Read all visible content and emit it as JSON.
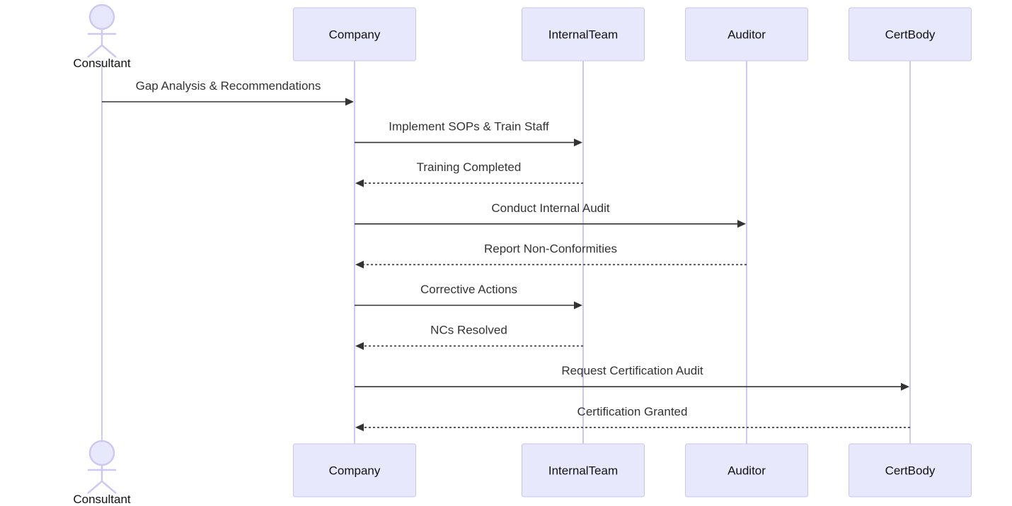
{
  "participants": [
    {
      "id": "consultant",
      "label": "Consultant",
      "kind": "actor"
    },
    {
      "id": "company",
      "label": "Company",
      "kind": "box"
    },
    {
      "id": "internalteam",
      "label": "InternalTeam",
      "kind": "box"
    },
    {
      "id": "auditor",
      "label": "Auditor",
      "kind": "box"
    },
    {
      "id": "certbody",
      "label": "CertBody",
      "kind": "box"
    }
  ],
  "messages": [
    {
      "from": "consultant",
      "to": "company",
      "label": "Gap Analysis & Recommendations",
      "style": "solid"
    },
    {
      "from": "company",
      "to": "internalteam",
      "label": "Implement SOPs & Train Staff",
      "style": "solid"
    },
    {
      "from": "internalteam",
      "to": "company",
      "label": "Training Completed",
      "style": "dashed"
    },
    {
      "from": "company",
      "to": "auditor",
      "label": "Conduct Internal Audit",
      "style": "solid"
    },
    {
      "from": "auditor",
      "to": "company",
      "label": "Report Non-Conformities",
      "style": "dashed"
    },
    {
      "from": "company",
      "to": "internalteam",
      "label": "Corrective Actions",
      "style": "solid"
    },
    {
      "from": "internalteam",
      "to": "company",
      "label": "NCs Resolved",
      "style": "dashed"
    },
    {
      "from": "company",
      "to": "certbody",
      "label": "Request Certification Audit",
      "style": "solid"
    },
    {
      "from": "certbody",
      "to": "company",
      "label": "Certification Granted",
      "style": "dashed"
    }
  ]
}
